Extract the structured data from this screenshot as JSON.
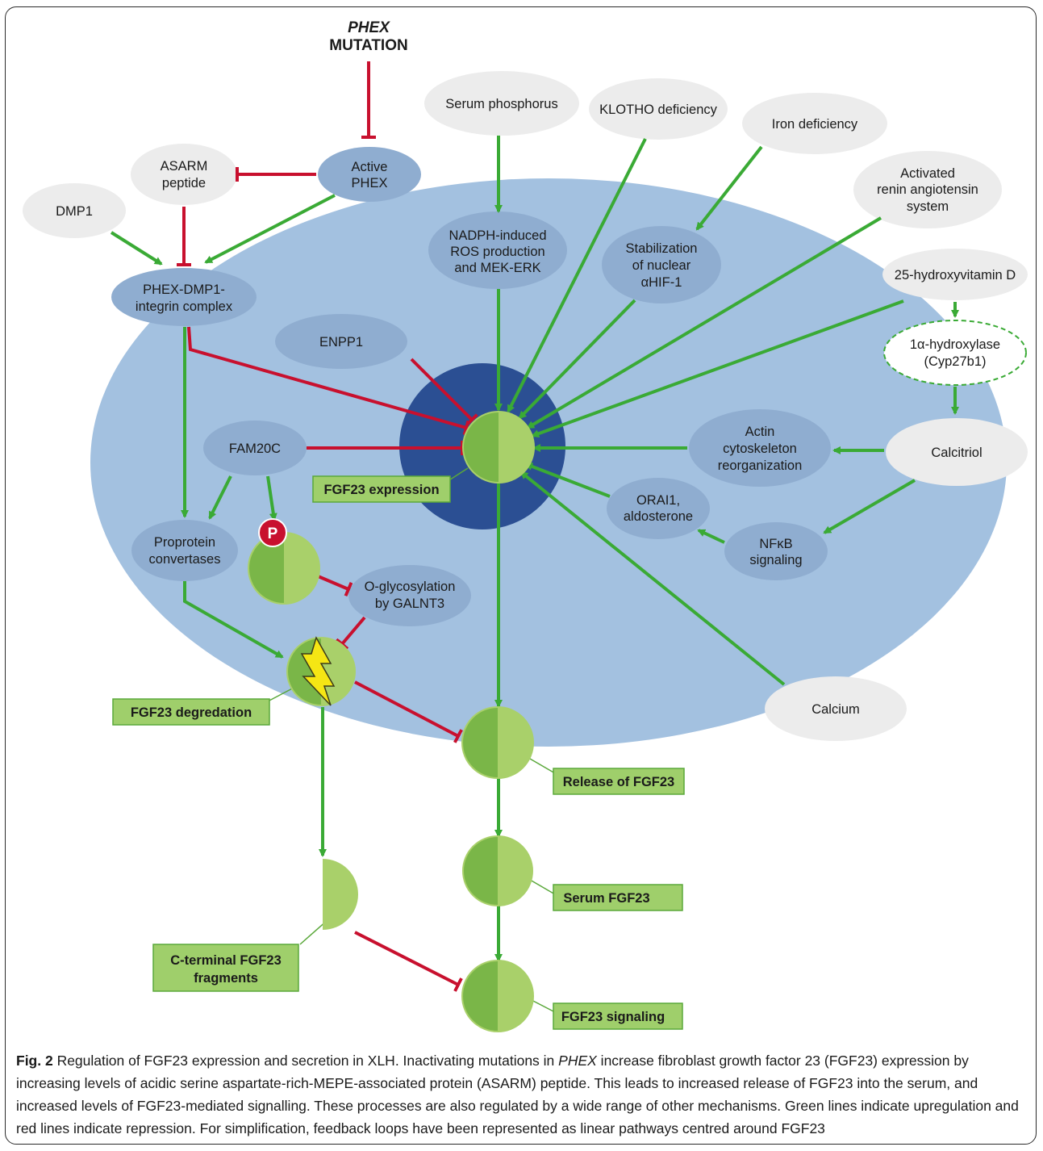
{
  "top": {
    "phex_italic": "PHEX",
    "mutation": "MUTATION"
  },
  "nodes": {
    "serum_phosphorus": "Serum phosphorus",
    "klotho": "KLOTHO deficiency",
    "iron": "Iron deficiency",
    "ras": [
      "Activated",
      "renin angiotensin",
      "system"
    ],
    "vitd25": "25-hydroxyvitamin D",
    "hydroxylase": [
      "1α-hydroxylase",
      "(Cyp27b1)"
    ],
    "calcitriol": "Calcitriol",
    "asarm": [
      "ASARM",
      "peptide"
    ],
    "active_phex": [
      "Active",
      "PHEX"
    ],
    "dmp1": "DMP1",
    "phex_complex": [
      "PHEX-DMP1-",
      "integrin complex"
    ],
    "nadph": [
      "NADPH-induced",
      "ROS production",
      "and MEK-ERK"
    ],
    "hif": [
      "Stabilization",
      "of nuclear",
      "αHIF-1"
    ],
    "enpp1": "ENPP1",
    "fam20c": "FAM20C",
    "actin": [
      "Actin",
      "cytoskeleton",
      "reorganization"
    ],
    "orai1": [
      "ORAI1,",
      "aldosterone"
    ],
    "nfkb": [
      "NFκB",
      "signaling"
    ],
    "proprotein": [
      "Proprotein",
      "convertases"
    ],
    "oglyco": [
      "O-glycosylation",
      "by GALNT3"
    ],
    "calcium": "Calcium",
    "phospho_badge": "P"
  },
  "boxes": {
    "expression": "FGF23 expression",
    "degradation": "FGF23 degredation",
    "release": "Release of FGF23",
    "serum": "Serum FGF23",
    "fragments": [
      "C-terminal FGF23",
      "fragments"
    ],
    "signaling": "FGF23 signaling"
  },
  "caption": {
    "fig": "Fig. 2",
    "lead": " Regulation of FGF23 expression and secretion in XLH. Inactivating mutations in ",
    "italic": "PHEX",
    "rest": " increase fibroblast growth factor 23 (FGF23) expression by increasing levels of acidic serine aspartate-rich-MEPE-associated protein (ASARM) peptide. This leads to increased release of FGF23 into the serum, and increased levels of FGF23-mediated signalling. These processes are also regulated by a wide range of other mechanisms. Green lines indicate upregulation and red lines indicate repression. For simplification, feedback loops have been represented as linear pathways centred around FGF23"
  },
  "colors": {
    "cell": "#a3c1e0",
    "nucleus": "#2b4f93",
    "inner_node": "#8fadd0",
    "outer_node": "#ececec",
    "activation": "#3aaa35",
    "inhibition": "#c8102e",
    "circle_dark": "#7ab648",
    "circle_light": "#a9d06a",
    "box_fill": "#9fcf6b",
    "badge": "#c8102e"
  }
}
